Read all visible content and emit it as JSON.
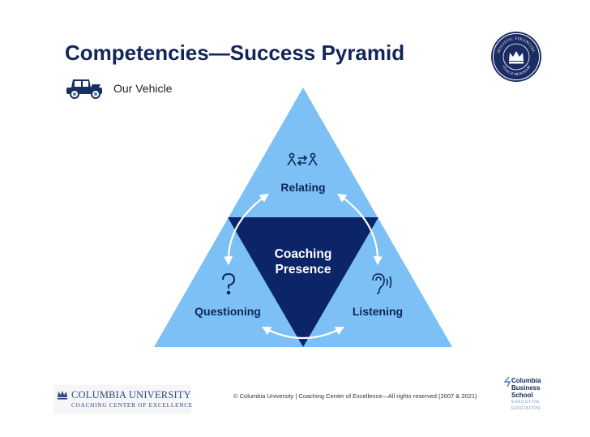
{
  "header": {
    "title": "Competencies—Success Pyramid",
    "vehicle_label": "Our Vehicle",
    "vehicle_icon": "car-icon"
  },
  "seal": {
    "top_text": "HOLISTIC FINANCIAL",
    "bottom_text": "COACH PROGRAM",
    "icon": "crown-icon"
  },
  "pyramid": {
    "center_line1": "Coaching",
    "center_line2": "Presence",
    "top_label": "Relating",
    "left_label": "Questioning",
    "right_label": "Listening",
    "top_icon": "relating-people-icon",
    "left_icon": "question-mark-icon",
    "right_icon": "ear-listening-icon",
    "colors": {
      "outer": "#7cc0f5",
      "inner": "#0c2468",
      "label": "#12255a",
      "center_text": "#ffffff"
    }
  },
  "footer": {
    "university_name": "COLUMBIA UNIVERSITY",
    "university_sub": "COACHING CENTER OF EXCELLENCE",
    "copyright": "© Columbia University | Coaching Center of Excellence—All rights reserved (2007 & 2021)",
    "cbs_line1": "Columbia",
    "cbs_line2": "Business",
    "cbs_line3": "School",
    "cbs_exec1": "EXECUTIVE",
    "cbs_exec2": "EDUCATION"
  }
}
